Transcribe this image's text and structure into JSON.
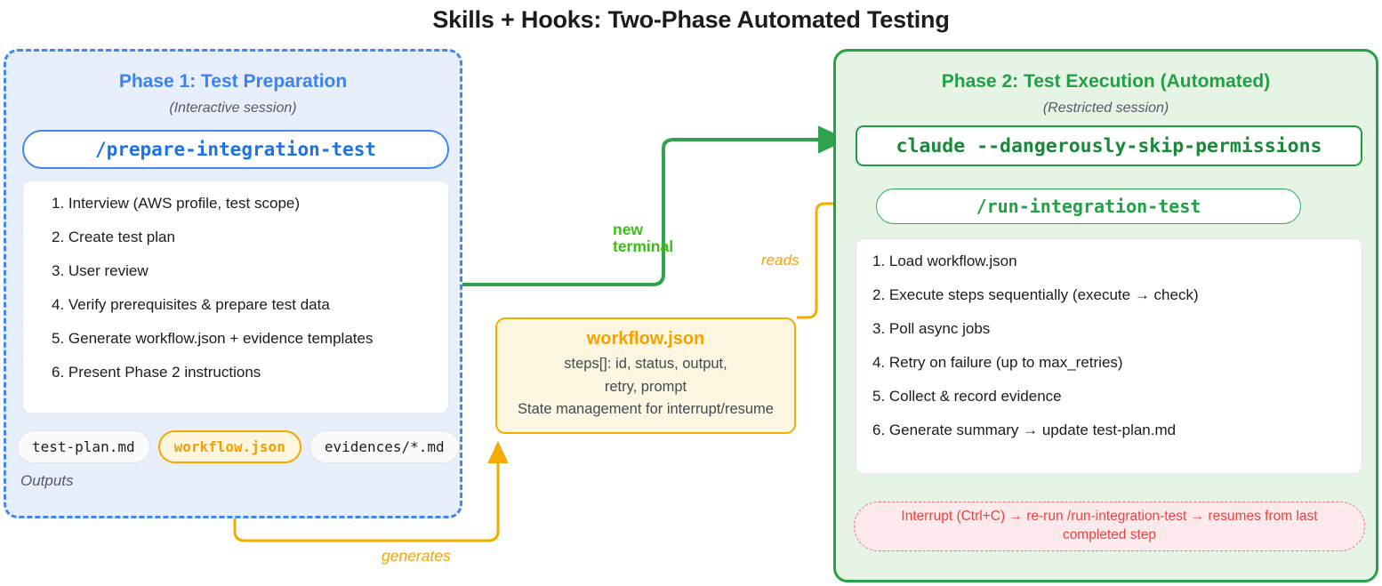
{
  "title": "Skills + Hooks: Two-Phase Automated Testing",
  "colors": {
    "phase1_accent": "#3b82f6",
    "phase1_bg": "#e7eefc",
    "phase2_accent": "#22a045",
    "phase2_bg": "#e6f4e6",
    "workflow_accent": "#f5a100",
    "interrupt_accent": "#ef3f3f",
    "new_terminal_label": "#3dbd16"
  },
  "phase1": {
    "heading": "Phase 1: Test Preparation",
    "subheading": "(Interactive session)",
    "command": "/prepare-integration-test",
    "steps": [
      "1. Interview (AWS profile, test scope)",
      "2. Create test plan",
      "3. User review",
      "4. Verify prerequisites & prepare test data",
      "5. Generate workflow.json + evidence templates",
      "6. Present Phase 2 instructions"
    ],
    "outputs_label": "Outputs",
    "outputs": [
      {
        "name": "test-plan.md",
        "highlight": false
      },
      {
        "name": "workflow.json",
        "highlight": true
      },
      {
        "name": "evidences/*.md",
        "highlight": false
      }
    ]
  },
  "phase2": {
    "heading": "Phase 2: Test Execution (Automated)",
    "subheading": "(Restricted session)",
    "command_box": "claude --dangerously-skip-permissions",
    "command_pill": "/run-integration-test",
    "steps": [
      "1. Load workflow.json",
      "2. Execute steps sequentially (execute → check)",
      "3. Poll async jobs",
      "4. Retry on failure (up to max_retries)",
      "5. Collect & record evidence",
      "6. Generate summary → update test-plan.md"
    ],
    "interrupt_note": "Interrupt (Ctrl+C) → re-run /run-integration-test → resumes from last completed step"
  },
  "workflow_box": {
    "title": "workflow.json",
    "lines": [
      "steps[]: id, status, output,",
      "retry, prompt",
      "State management for interrupt/resume"
    ]
  },
  "connectors": [
    {
      "id": "new-terminal",
      "label": "new\nterminal",
      "color": "#3dbd16",
      "from": "phase1-steps",
      "to": "phase2-command-box"
    },
    {
      "id": "reads",
      "label": "reads",
      "color": "#f5a300",
      "from": "workflow-box",
      "to": "phase2-command-pill"
    },
    {
      "id": "generates",
      "label": "generates",
      "color": "#f5a300",
      "from": "workflow-json-chip",
      "to": "workflow-box"
    }
  ]
}
